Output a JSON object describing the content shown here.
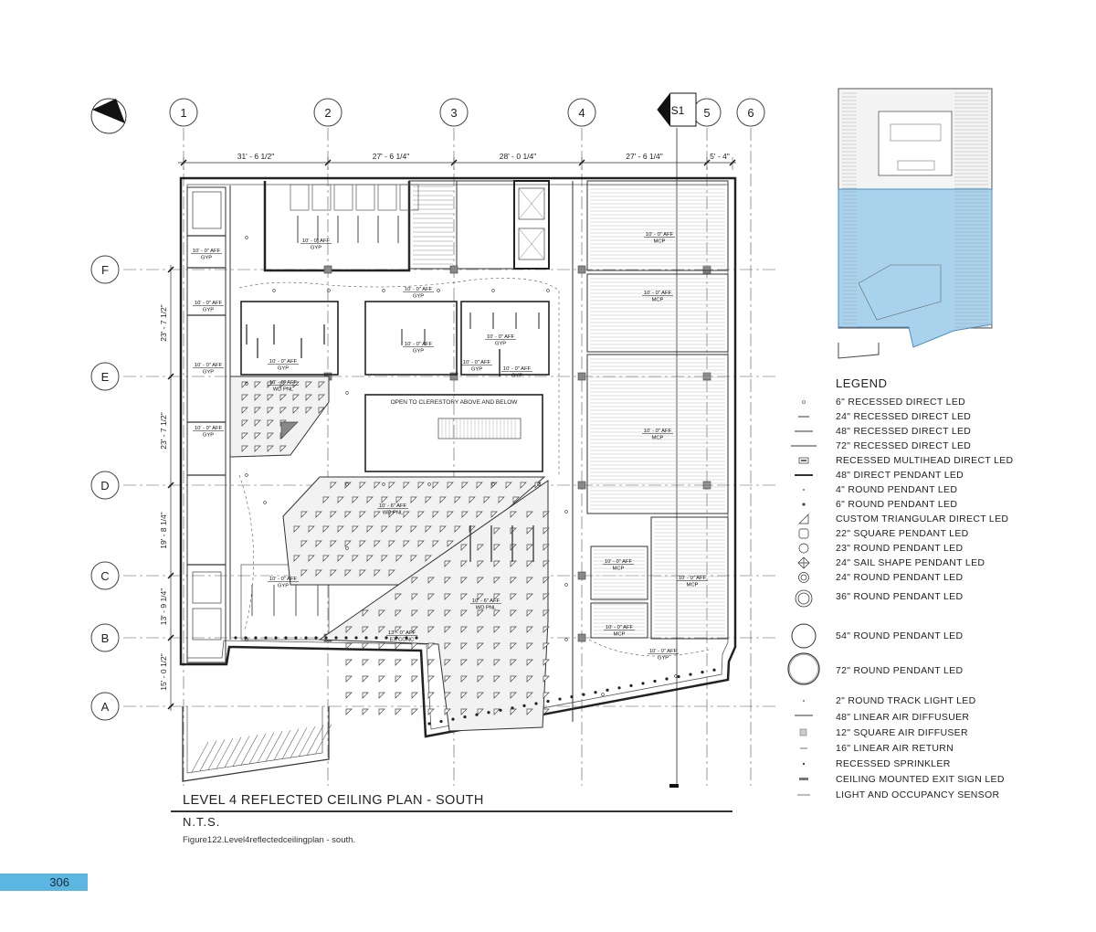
{
  "plan": {
    "gridlines": {
      "columns": [
        "1",
        "2",
        "3",
        "4",
        "5",
        "6"
      ],
      "rows": [
        "F",
        "E",
        "D",
        "C",
        "B",
        "A"
      ]
    },
    "section_marker": "S1",
    "dimensions": {
      "horizontal": [
        "31' - 6 1/2\"",
        "27' - 6 1/4\"",
        "28' - 0 1/4\"",
        "27' - 6 1/4\"",
        "5' - 4\""
      ],
      "vertical": [
        "23' - 7 1/2\"",
        "23' - 7 1/2\"",
        "19' - 8 1/4\"",
        "13' - 9 1/4\"",
        "15' - 0 1/2\""
      ]
    },
    "room_tags": [
      {
        "line1": "10' - 0\" AFF",
        "line2": "GYP"
      },
      {
        "line1": "10' - 0\" AFF",
        "line2": "GYP"
      },
      {
        "line1": "10' - 0\" AFF",
        "line2": "GYP"
      },
      {
        "line1": "10' - 0\" AFF",
        "line2": "GYP"
      },
      {
        "line1": "10' - 0\" AFF",
        "line2": "GYP"
      },
      {
        "line1": "10' - 0\" AFF",
        "line2": "MCP"
      },
      {
        "line1": "10' - 0\" AFF",
        "line2": "MCP"
      },
      {
        "line1": "10' - 0\" AFF",
        "line2": "GYP"
      },
      {
        "line1": "10' - 0\" AFF",
        "line2": "GYP"
      },
      {
        "line1": "10' - 0\" AFF",
        "line2": "GYP"
      },
      {
        "line1": "10' - 0\" AFF",
        "line2": "GYP"
      },
      {
        "line1": "10' - 0\" AFF",
        "line2": "GYP"
      },
      {
        "line1": "10' - 0\" AFF",
        "line2": "WD PNL"
      },
      {
        "line1": "10' - 0\" AFF",
        "line2": "MCP"
      },
      {
        "line1": "10' - 0\" AFF",
        "line2": "GYP"
      },
      {
        "line1": "10' - 6\" AFF",
        "line2": "WD PNL"
      },
      {
        "line1": "10' - 0\" AFF",
        "line2": "GYP"
      },
      {
        "line1": "10' - 0\" AFF",
        "line2": "MCP"
      },
      {
        "line1": "10' - 0\" AFF",
        "line2": "MCP"
      },
      {
        "line1": "10' - 6\" AFF",
        "line2": "WD PNL"
      },
      {
        "line1": "10' - 0\" AFF",
        "line2": "MCP"
      },
      {
        "line1": "13' - 0\" AFF",
        "line2": "EX CONC"
      },
      {
        "line1": "10' - 0\" AFF",
        "line2": "GYP"
      }
    ],
    "clerestory_note": "OPEN TO CLERESTORY ABOVE AND BELOW"
  },
  "legend": {
    "title": "LEGEND",
    "items": [
      {
        "label": "6\" RECESSED DIRECT LED",
        "icon": "small-circle-icon"
      },
      {
        "label": "24\" RECESSED DIRECT LED",
        "icon": "short-line-icon"
      },
      {
        "label": "48\" RECESSED DIRECT LED",
        "icon": "medium-line-icon"
      },
      {
        "label": "72\" RECESSED DIRECT LED",
        "icon": "long-line-icon"
      },
      {
        "label": "RECESSED MULTIHEAD DIRECT LED",
        "icon": "multihead-box-icon"
      },
      {
        "label": "48\" DIRECT PENDANT LED",
        "icon": "pendant-bar-icon"
      },
      {
        "label": "4\" ROUND PENDANT LED",
        "icon": "tiny-dot-icon"
      },
      {
        "label": "6\" ROUND PENDANT LED",
        "icon": "dot-icon"
      },
      {
        "label": "CUSTOM TRIANGULAR DIRECT LED",
        "icon": "triangle-icon"
      },
      {
        "label": "22\" SQUARE PENDANT LED",
        "icon": "rounded-square-icon"
      },
      {
        "label": "23\" ROUND PENDANT LED",
        "icon": "circle-icon"
      },
      {
        "label": "24\" SAIL SHAPE PENDANT LED",
        "icon": "sail-icon"
      },
      {
        "label": "24\" ROUND PENDANT LED",
        "icon": "double-circle-icon"
      },
      {
        "label": "36\" ROUND PENDANT LED",
        "icon": "large-double-circle-icon"
      },
      {
        "label": "54\" ROUND PENDANT LED",
        "icon": "large-circle-icon"
      },
      {
        "label": "72\" ROUND PENDANT LED",
        "icon": "extra-large-circle-icon"
      },
      {
        "label": "2\" ROUND TRACK LIGHT LED",
        "icon": "track-light-icon"
      },
      {
        "label": "48\" LINEAR AIR DIFFUSUER",
        "icon": "linear-diffuser-icon"
      },
      {
        "label": "12\" SQUARE AIR DIFFUSER",
        "icon": "square-diffuser-icon"
      },
      {
        "label": "16\" LINEAR AIR RETURN",
        "icon": "linear-return-icon"
      },
      {
        "label": "RECESSED SPRINKLER",
        "icon": "sprinkler-icon"
      },
      {
        "label": "CEILING MOUNTED EXIT SIGN LED",
        "icon": "exit-sign-icon"
      },
      {
        "label": "LIGHT AND OCCUPANCY SENSOR",
        "icon": "sensor-icon"
      }
    ]
  },
  "title_block": {
    "title": "LEVEL 4 REFLECTED CEILING PLAN - SOUTH",
    "scale": "N.T.S."
  },
  "caption": "Figure122.Level4reflectedceilingplan - south.",
  "page_number": "306",
  "colors": {
    "line": "#333333",
    "grid": "#555555",
    "highlight": "#a9d3ec",
    "page_tab": "#5bb7e2"
  }
}
